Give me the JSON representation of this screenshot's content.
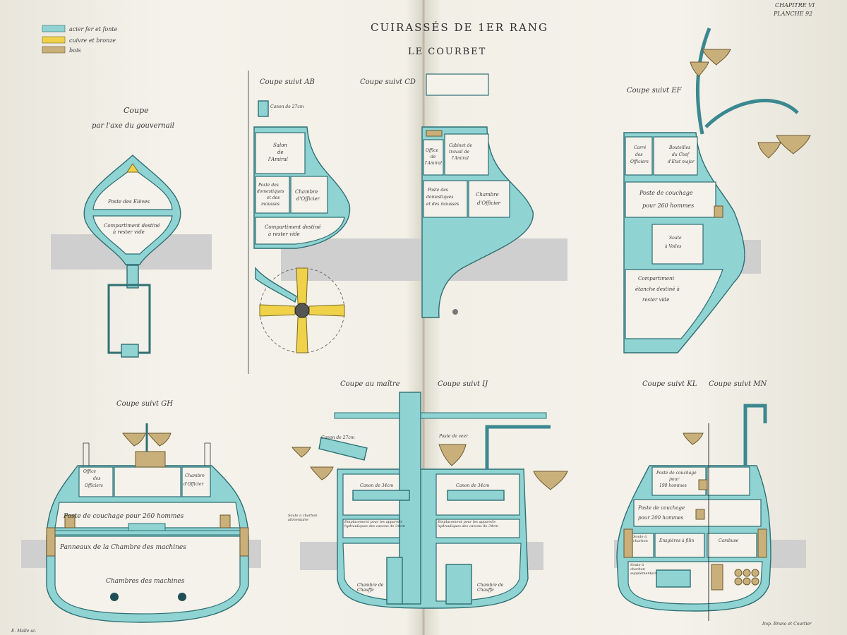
{
  "header": {
    "chapter": "CHAPITRE VI",
    "plate": "PLANCHE 92",
    "title": "CUIRASSÉS DE 1ER RANG",
    "subtitle": "LE COURBET"
  },
  "legend": [
    {
      "label": "acier fer et fonte",
      "color": "#8fd3d3"
    },
    {
      "label": "cuivre et bronze",
      "color": "#f0d24a"
    },
    {
      "label": "bois",
      "color": "#c9b07a"
    }
  ],
  "sections": {
    "gouvernail": {
      "title_1": "Coupe",
      "title_2": "par l'axe du gouvernail",
      "labels": [
        "Poste des Elèves",
        "Compartiment destiné",
        "à rester vide"
      ]
    },
    "ab": {
      "title": "Coupe suivt AB",
      "labels": [
        "Canon de 27cm",
        "Salon",
        "de",
        "l'Amiral",
        "Poste des",
        "domestiques",
        "et des",
        "mousses",
        "Chambre",
        "d'Officier",
        "Compartiment destiné",
        "à rester vide"
      ]
    },
    "cd": {
      "title": "Coupe suivt CD",
      "labels": [
        "Office",
        "de",
        "l'Amiral",
        "Cabinet de",
        "travail de",
        "l'Amiral",
        "Poste des",
        "domestiques",
        "et des mousses",
        "Chambre",
        "d'Officier"
      ]
    },
    "ef": {
      "title": "Coupe suivt EF",
      "labels": [
        "Carré",
        "des",
        "Officiers",
        "Bouteilles",
        "du Chef",
        "d'Etat major",
        "Poste de couchage",
        "pour 260 hommes",
        "Soute",
        "à Voiles",
        "Compartiment",
        "étanche destiné à",
        "rester vide"
      ]
    },
    "gh": {
      "title": "Coupe suivt GH",
      "labels": [
        "Office",
        "des",
        "Officiers",
        "Chambre",
        "d'Officier",
        "Poste de couchage pour 260 hommes",
        "Panneaux de la Chambre des machines",
        "Chambres des machines"
      ]
    },
    "maitre": {
      "title": "Coupe au maître",
      "title_ij": "Coupe suivt IJ",
      "labels": [
        "Canon de 27cm",
        "Poste de veer",
        "Canon de 34cm",
        "Canon de 34cm",
        "Emplacement pour les appareils hydrauliques des canons de 34cm",
        "Emplacement pour les appareils hydrauliques des canons de 34cm",
        "Soute à charbon alimentaire",
        "Chambre de Chauffe",
        "Chambre de Chauffe"
      ]
    },
    "kl": {
      "title": "Coupe suivt KL",
      "title_mn": "Coupe suivt MN",
      "labels": [
        "Poste de couchage",
        "pour",
        "190 hommes",
        "Poste de couchage",
        "pour 200 hommes",
        "Soute à charbon",
        "Ensgières à filin",
        "Cambuse",
        "Soute à charbon supplémentaire"
      ]
    }
  },
  "footer": {
    "left": "E. Malle sc.",
    "right": "Imp. Bruno et Courtier"
  }
}
